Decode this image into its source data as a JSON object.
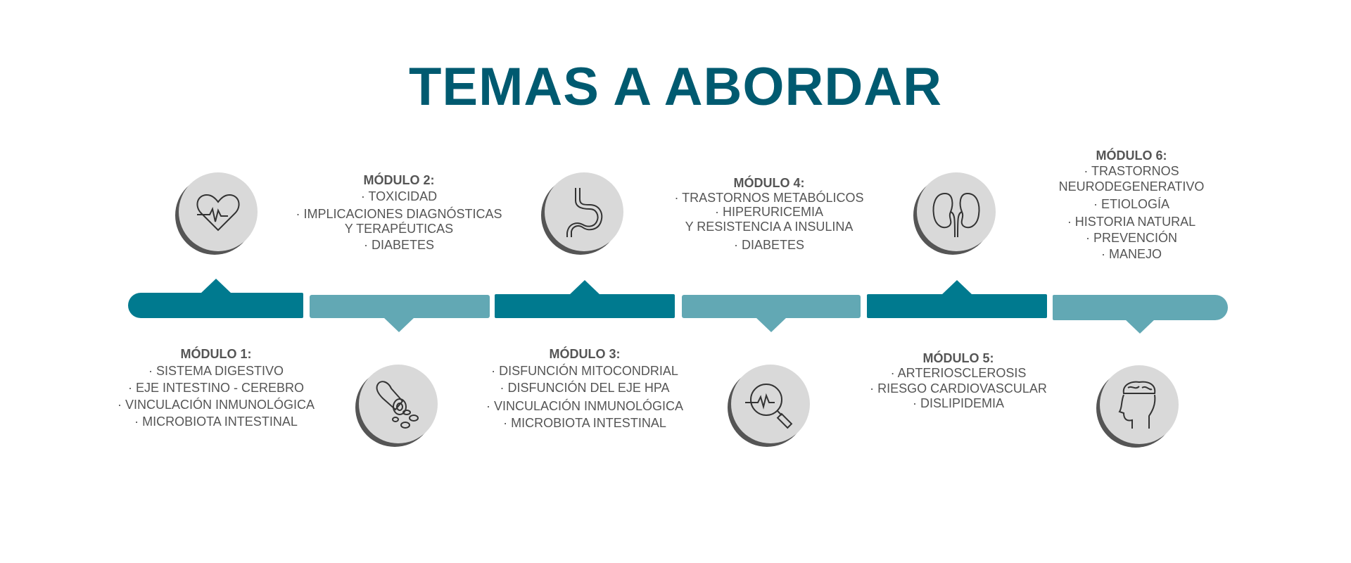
{
  "title": "TEMAS A ABORDAR",
  "colors": {
    "title": "#005a70",
    "dark_segment": "#007a8f",
    "light_segment": "#62a8b4",
    "text": "#555555",
    "circle": "#d9d9d9"
  },
  "modules": [
    {
      "heading": "MÓDULO 1:",
      "lines": [
        "· SISTEMA DIGESTIVO",
        "· EJE INTESTINO - CEREBRO",
        "·  VINCULACIÓN INMUNOLÓGICA",
        "·  MICROBIOTA INTESTINAL"
      ],
      "icon": "heart-pulse-icon"
    },
    {
      "heading": "MÓDULO 2:",
      "lines": [
        "· TOXICIDAD",
        "· IMPLICACIONES DIAGNÓSTICAS",
        "Y TERAPÉUTICAS",
        "· DIABETES"
      ],
      "icon": "intestine-cells-icon"
    },
    {
      "heading": "MÓDULO 3:",
      "lines": [
        "· DISFUNCIÓN MITOCONDRIAL",
        "· DISFUNCIÓN DEL EJE HPA",
        "· VINCULACIÓN INMUNOLÓGICA",
        "· MICROBIOTA INTESTINAL"
      ],
      "icon": "stomach-icon"
    },
    {
      "heading": "MÓDULO 4:",
      "lines": [
        "· TRASTORNOS METABÓLICOS",
        "· HIPERURICEMIA",
        "Y RESISTENCIA A INSULINA",
        "· DIABETES"
      ],
      "icon": "magnifier-pulse-icon"
    },
    {
      "heading": "MÓDULO 5:",
      "lines": [
        "· ARTERIOSCLEROSIS",
        "· RIESGO CARDIOVASCULAR",
        "· DISLIPIDEMIA"
      ],
      "icon": "kidneys-icon"
    },
    {
      "heading": "MÓDULO 6:",
      "lines": [
        "· TRASTORNOS",
        "NEURODEGENERATIVO",
        "· ETIOLOGÍA",
        "· HISTORIA NATURAL",
        "· PREVENCIÓN",
        "· MANEJO"
      ],
      "icon": "brain-head-icon"
    }
  ]
}
